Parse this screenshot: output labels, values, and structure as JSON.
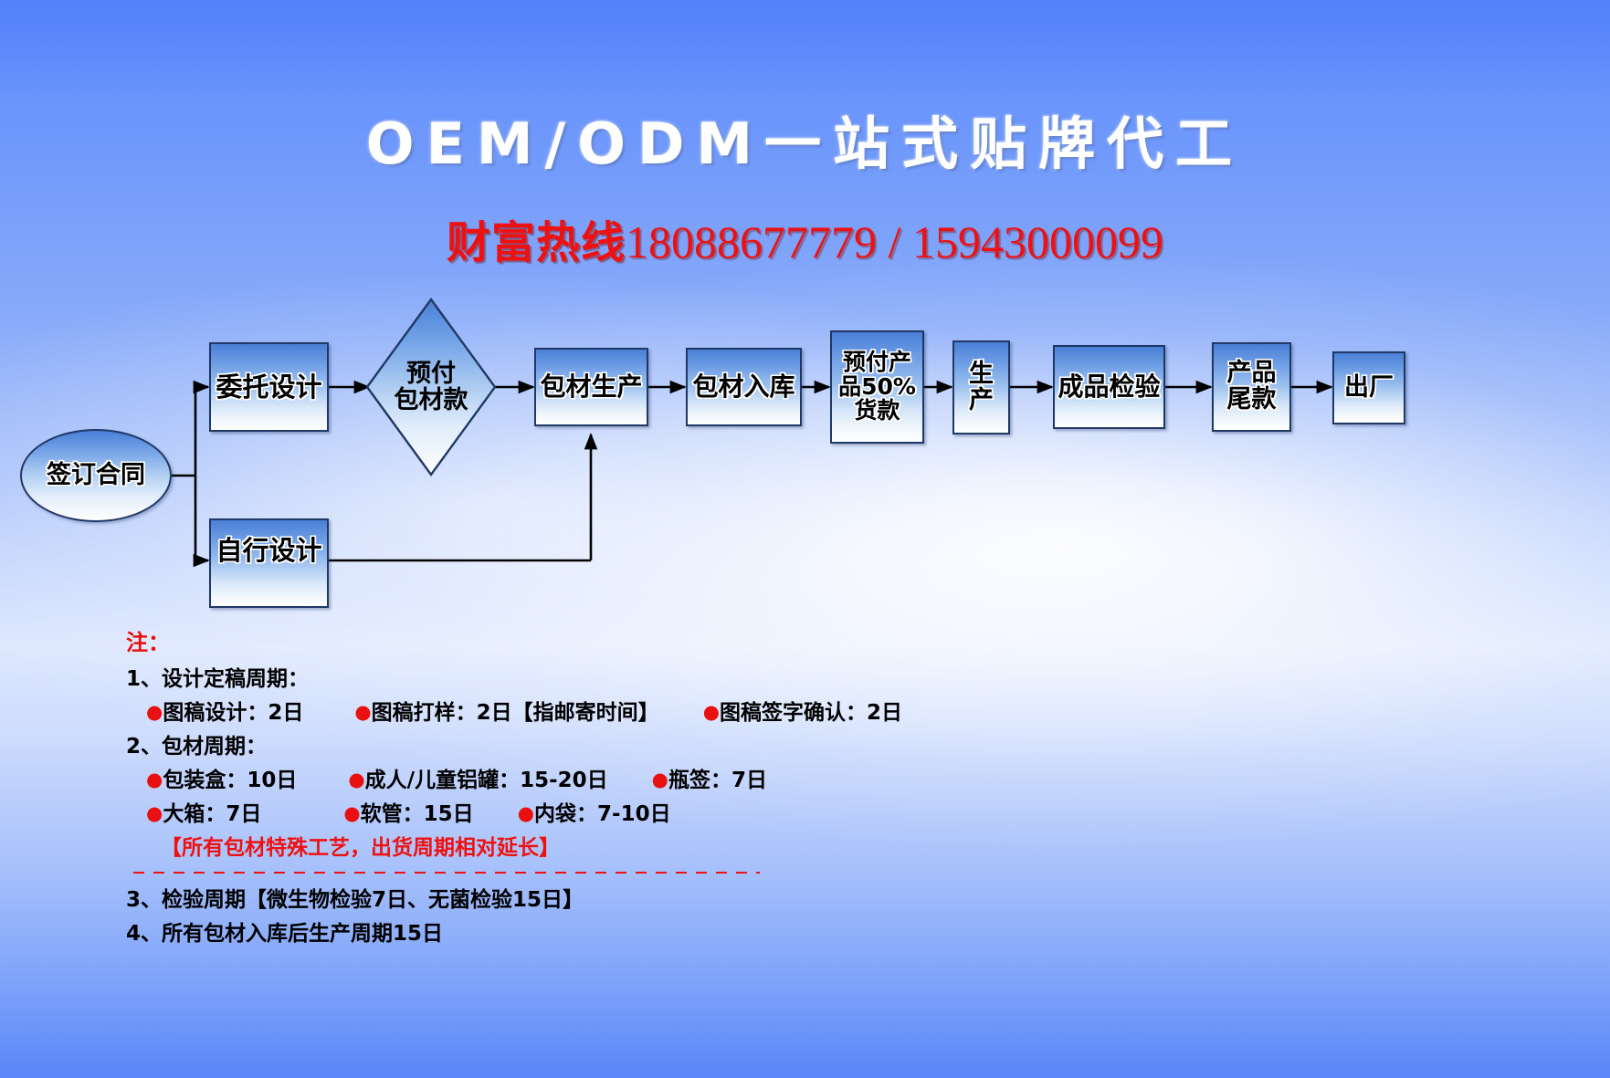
{
  "header": {
    "title": "OEM/ODM一站式贴牌代工",
    "hotline_label": "财富热线",
    "hotline_numbers": "18088677779 / 15943000099",
    "title_color": "#ffffff",
    "hotline_color": "#ee1111"
  },
  "flow": {
    "nodes": [
      {
        "id": "contract",
        "label": "签订合同",
        "shape": "ellipse"
      },
      {
        "id": "entrust-design",
        "label": "委托设计",
        "shape": "rect"
      },
      {
        "id": "self-design",
        "label": "自行设计",
        "shape": "rect"
      },
      {
        "id": "prepay-packaging",
        "label": "预付\n包材款",
        "line1": "预付",
        "line2": "包材款",
        "shape": "diamond"
      },
      {
        "id": "packaging-production",
        "label": "包材生产",
        "shape": "rect"
      },
      {
        "id": "packaging-warehouse",
        "label": "包材入库",
        "shape": "rect"
      },
      {
        "id": "prepay-50",
        "line1": "预付产",
        "line2": "品50%",
        "line3": "货款",
        "shape": "rect"
      },
      {
        "id": "production",
        "line1": "生",
        "line2": "产",
        "shape": "rect"
      },
      {
        "id": "finished-inspection",
        "label": "成品检验",
        "shape": "rect"
      },
      {
        "id": "final-payment",
        "line1": "产品",
        "line2": "尾款",
        "shape": "rect"
      },
      {
        "id": "shipment",
        "label": "出厂",
        "shape": "rect"
      }
    ],
    "box_fill_top": "#4a7fd6",
    "box_border": "#1f3864"
  },
  "notes": {
    "heading": "注：",
    "item1_title": "1、设计定稿周期：",
    "item1_a": "图稿设计：2日",
    "item1_b": "图稿打样：2日【指邮寄时间】",
    "item1_c": "图稿签字确认：2日",
    "item2_title": "2、包材周期：",
    "item2_a": "包装盒：10日",
    "item2_b": "成人/儿童铝罐：15-20日",
    "item2_c": "瓶签：7日",
    "item2_d": "大箱：7日",
    "item2_e": "软管：15日",
    "item2_f": "内袋：7-10日",
    "item2_note": "【所有包材特殊工艺，出货周期相对延长】",
    "item3": "3、检验周期【微生物检验7日、无菌检验15日】",
    "item4": "4、所有包材入库后生产周期15日",
    "bullet_glyph": "●",
    "bullet_color": "#e81010",
    "heading_color": "#e81010",
    "note_red_color": "#ef1111"
  }
}
